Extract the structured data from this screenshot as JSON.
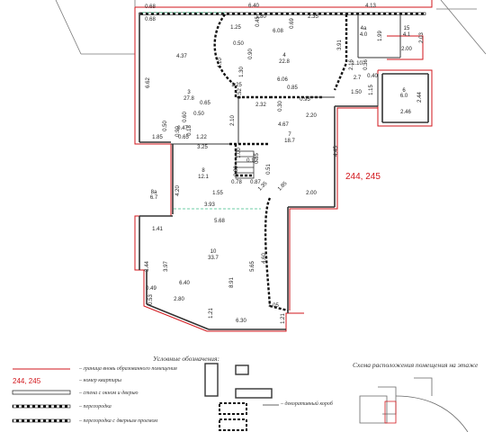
{
  "apartment_numbers": "244, 245",
  "dimensions": [
    "6.40",
    "4.13",
    "0.68",
    "0.68",
    "1.25",
    "1.80",
    "0.69",
    "2.35",
    "0.45",
    "6.08",
    "3.91",
    "4a",
    "4.0",
    "1.99",
    "15",
    "4.1",
    "2.03",
    "2.00",
    "0.50",
    "0.90",
    "4.37",
    "4.10",
    "1.30",
    "4",
    "22.8",
    "1.10",
    "2.7",
    "0.36",
    "2.16",
    "0.40",
    "6.62",
    "1.25",
    "6.06",
    "1.15",
    "6",
    "6.0",
    "2.44",
    "3",
    "27.8",
    "0.65",
    "1.50",
    "0.60",
    "0.52",
    "0.85",
    "2.32",
    "0.30",
    "0.95",
    "2.20",
    "2.46",
    "0.50",
    "0.50",
    "0.90",
    "0.47",
    "0.18",
    "2.10",
    "1.85",
    "0.65",
    "1.22",
    "4.67",
    "7",
    "18.7",
    "3.25",
    "1.00",
    "0.10",
    "0.35",
    "4.45",
    "0.80",
    "0.51",
    "8",
    "12.1",
    "0.78",
    "0.87",
    "1.35",
    "1.85",
    "8a",
    "6.7",
    "4.20",
    "1.55",
    "3.93",
    "2.00",
    "5.68",
    "1.41",
    "10",
    "33.7",
    "3.44",
    "3.97",
    "6.40",
    "8.91",
    "5.65",
    "4.60",
    "0.49",
    "0.53",
    "2.80",
    "1.05",
    "1.21",
    "1.21",
    "6.30"
  ],
  "legend": {
    "title": "Условные обозначения:",
    "items": [
      {
        "key": "",
        "label": "– граница вновь образованного помещения"
      },
      {
        "key": "244, 245",
        "label": "– номер квартиры"
      },
      {
        "key": "",
        "label": "– стена с окном и дверью"
      },
      {
        "key": "",
        "label": "– перегородка"
      },
      {
        "key": "",
        "label": "– перегородка с дверным проемом"
      }
    ],
    "decor_label": "– декоративный короб"
  },
  "scheme": {
    "title": "Схема расположения помещения на этаже"
  },
  "colors": {
    "boundary": "#d2161b",
    "wall": "#333333",
    "partition": "#111111",
    "annex": "#3fbf87"
  }
}
